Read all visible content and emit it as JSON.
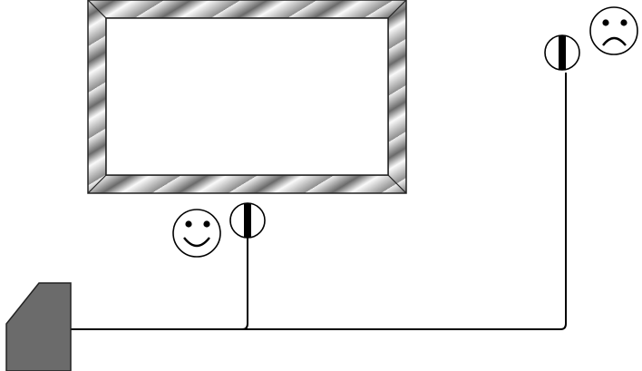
{
  "diagram": {
    "tv": {
      "kind": "framed-screen",
      "frame_style": "metallic"
    },
    "connectors": [
      {
        "id": "near",
        "kind": "plug",
        "status": "happy"
      },
      {
        "id": "far",
        "kind": "plug",
        "status": "sad"
      }
    ],
    "source": {
      "kind": "wall-box",
      "color": "#6b6b6b"
    },
    "faces": [
      {
        "id": "near",
        "icon": "smiley-face-icon",
        "meaning": "good"
      },
      {
        "id": "far",
        "icon": "frowning-face-icon",
        "meaning": "bad"
      }
    ],
    "colors": {
      "line": "#000000",
      "box": "#6b6b6b",
      "frame_light": "#f2f2f2",
      "frame_dark": "#4a4a4a"
    }
  }
}
